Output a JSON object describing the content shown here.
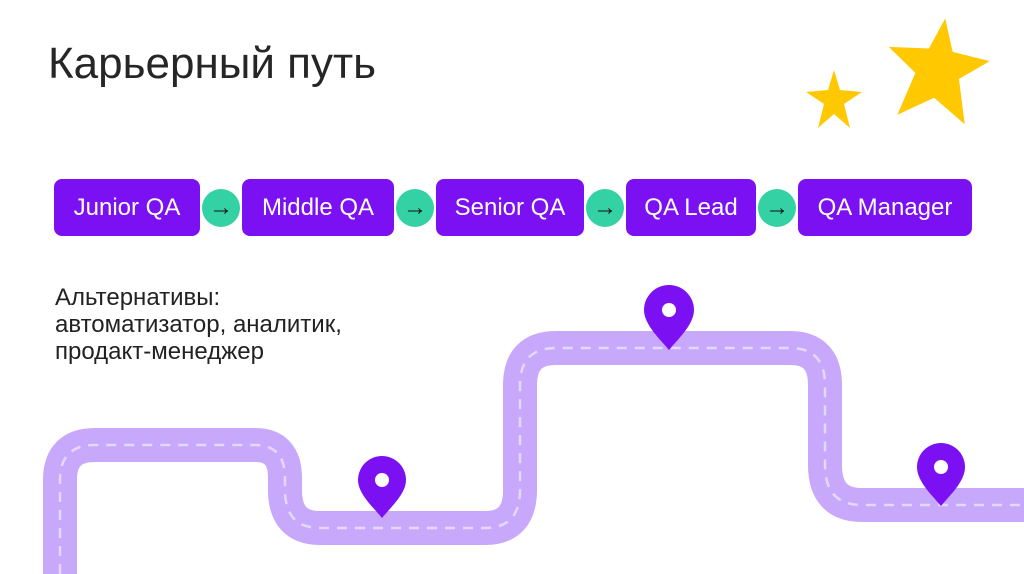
{
  "slide": {
    "title": "Карьерный путь",
    "steps": [
      {
        "label": "Junior QA"
      },
      {
        "label": "Middle QA"
      },
      {
        "label": "Senior QA"
      },
      {
        "label": "QA Lead"
      },
      {
        "label": "QA Manager"
      }
    ],
    "arrow_glyph": "→",
    "alternatives": {
      "line1": "Альтернативы:",
      "line2": "автоматизатор, аналитик,",
      "line3": "продакт-менеджер"
    }
  },
  "colors": {
    "step_background": "#7b10f2",
    "step_text": "#ffffff",
    "arrow_circle": "#33d1a4",
    "road": "#c7a8fb",
    "road_dash": "#e6d8fd",
    "pin": "#7b10f2",
    "star": "#ffc800"
  },
  "icons": {
    "pins": [
      "map-pin-icon",
      "map-pin-icon",
      "map-pin-icon"
    ],
    "stars": [
      "star-icon",
      "star-icon"
    ]
  }
}
